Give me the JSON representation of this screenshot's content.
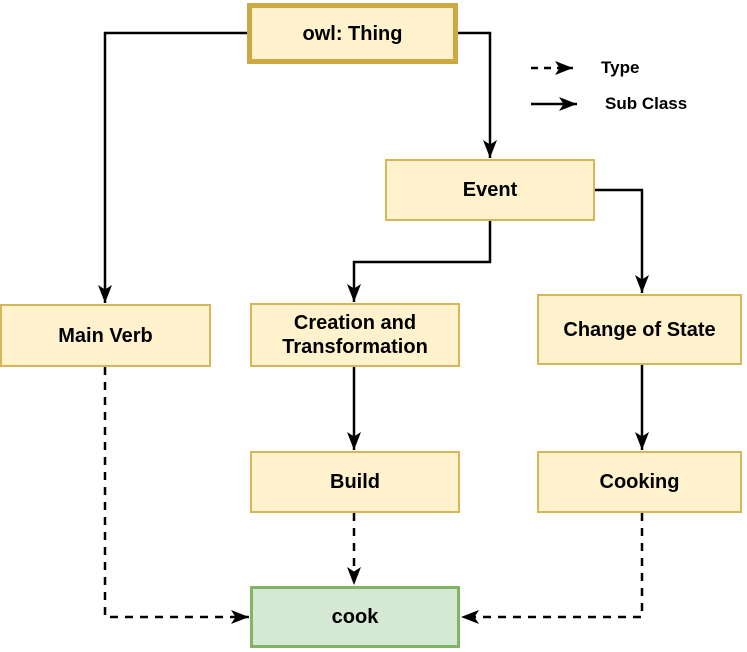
{
  "diagram": {
    "nodes": {
      "owl_thing": {
        "label": "owl: Thing",
        "kind": "class"
      },
      "event": {
        "label": "Event",
        "kind": "class"
      },
      "main_verb": {
        "label": "Main Verb",
        "kind": "class"
      },
      "creation_transformation": {
        "label": "Creation and Transformation",
        "kind": "class"
      },
      "change_of_state": {
        "label": "Change of State",
        "kind": "class"
      },
      "build": {
        "label": "Build",
        "kind": "class"
      },
      "cooking": {
        "label": "Cooking",
        "kind": "class"
      },
      "cook": {
        "label": "cook",
        "kind": "instance"
      }
    },
    "edges": [
      {
        "from": "owl: Thing",
        "to": "Main Verb",
        "relation": "Sub Class",
        "style": "solid"
      },
      {
        "from": "owl: Thing",
        "to": "Event",
        "relation": "Sub Class",
        "style": "solid"
      },
      {
        "from": "Event",
        "to": "Creation and Transformation",
        "relation": "Sub Class",
        "style": "solid"
      },
      {
        "from": "Event",
        "to": "Change of State",
        "relation": "Sub Class",
        "style": "solid"
      },
      {
        "from": "Creation and Transformation",
        "to": "Build",
        "relation": "Sub Class",
        "style": "solid"
      },
      {
        "from": "Change of State",
        "to": "Cooking",
        "relation": "Sub Class",
        "style": "solid"
      },
      {
        "from": "Main Verb",
        "to": "cook",
        "relation": "Type",
        "style": "dashed"
      },
      {
        "from": "Build",
        "to": "cook",
        "relation": "Type",
        "style": "dashed"
      },
      {
        "from": "Cooking",
        "to": "cook",
        "relation": "Type",
        "style": "dashed"
      }
    ],
    "legend": {
      "items": [
        {
          "label": "Type",
          "line": "dashed"
        },
        {
          "label": "Sub Class",
          "line": "solid"
        }
      ]
    },
    "colors": {
      "class_fill": "#fff2cc",
      "class_border": "#d6b656",
      "instance_fill": "#d5e8d4",
      "instance_border": "#82b366",
      "arrow": "#000000",
      "background": "#ffffff"
    }
  }
}
